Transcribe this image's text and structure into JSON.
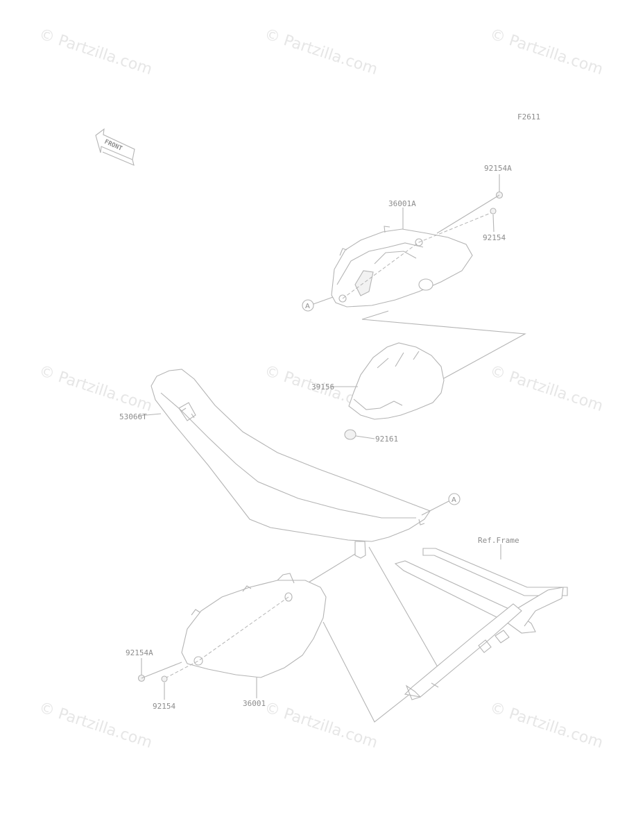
{
  "diagram_code": "F2611",
  "front_label": "FRONT",
  "watermark": "© Partzilla.com",
  "ref_label": "Ref.Frame",
  "callout": "A",
  "parts": {
    "bolt_top_a": "92154A",
    "cover_right": "36001A",
    "bolt_top": "92154",
    "pad": "39156",
    "seat": "53066T",
    "damper": "92161",
    "bolt_bottom_a": "92154A",
    "bolt_bottom": "92154",
    "cover_left": "36001"
  }
}
